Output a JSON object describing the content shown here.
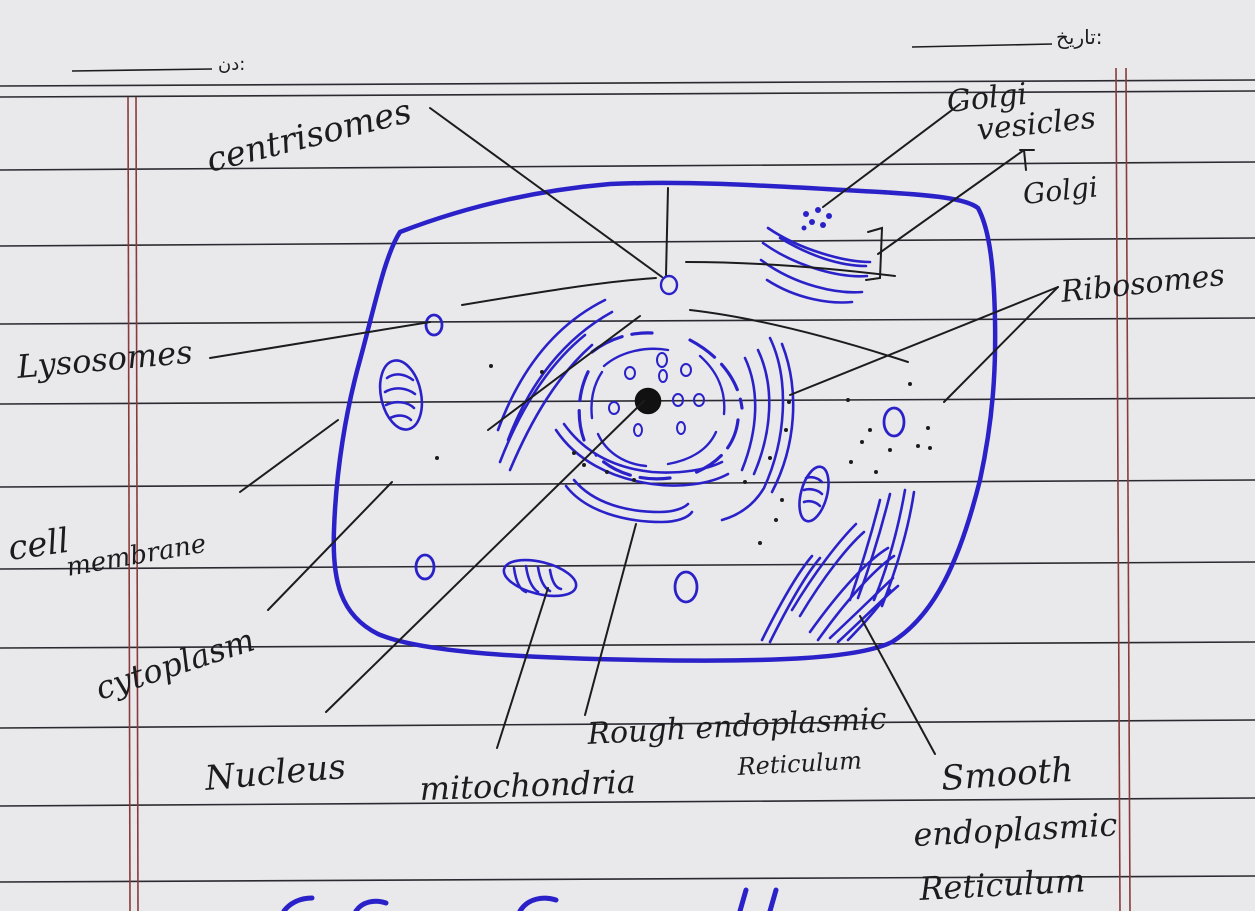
{
  "header": {
    "date_label": "تاریخ:",
    "day_label": "دن:"
  },
  "labels": {
    "centrisomes": "centrisomes",
    "golgi_vesicles_line1": "Golgi",
    "golgi_vesicles_line2": "vesicles",
    "golgi": "Golgi",
    "ribosomes": "Ribosomes",
    "lysosomes": "Lysosomes",
    "cell_membrane_line1": "cell",
    "cell_membrane_line2": "membrane",
    "cytoplasm": "cytoplasm",
    "nucleus": "Nucleus",
    "mitochondria": "mitochondria",
    "rough_er_line1": "Rough endoplasmic",
    "rough_er_line2": "Reticulum",
    "smooth_er_line1": "Smooth",
    "smooth_er_line2": "endoplasmic",
    "smooth_er_line3": "Reticulum"
  },
  "colors": {
    "paper": "#e9e9ec",
    "rule_line": "#2a2a30",
    "margin_line": "#8a3a3a",
    "ink_blue": "#2a22c8",
    "ink_black": "#1c1c1e"
  }
}
